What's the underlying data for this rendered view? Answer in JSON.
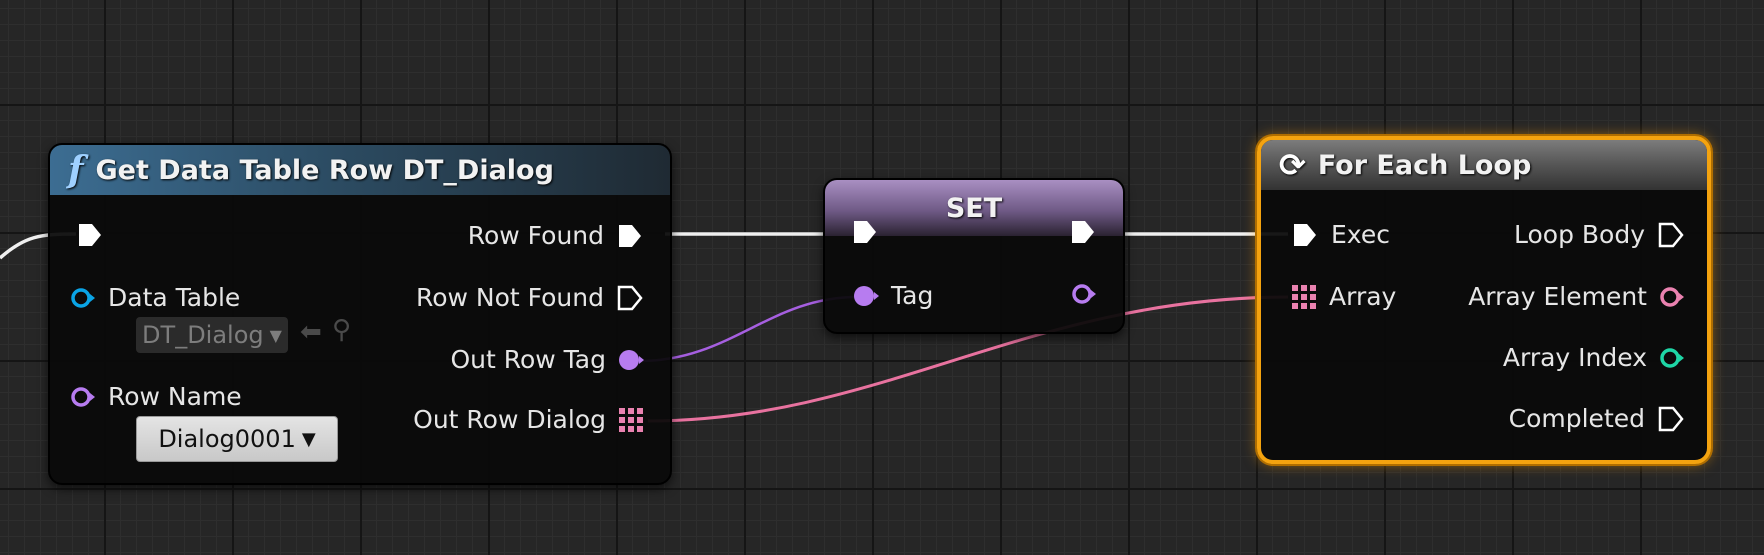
{
  "get_node": {
    "title": "Get Data Table Row DT_Dialog",
    "title_icon": "function-icon",
    "inputs": {
      "data_table_label": "Data Table",
      "data_table_value": "DT_Dialog",
      "row_name_label": "Row Name",
      "row_name_value": "Dialog0001"
    },
    "outputs": {
      "row_found": "Row Found",
      "row_not_found": "Row Not Found",
      "out_row_tag": "Out Row Tag",
      "out_row_dialog": "Out Row Dialog"
    }
  },
  "set_node": {
    "title": "SET",
    "var_label": "Tag"
  },
  "loop_node": {
    "title": "For Each Loop",
    "title_icon": "loop-icon",
    "inputs": {
      "exec": "Exec",
      "array": "Array"
    },
    "outputs": {
      "loop_body": "Loop Body",
      "array_element": "Array Element",
      "array_index": "Array Index",
      "completed": "Completed"
    }
  },
  "colors": {
    "exec": "#ffffff",
    "data_table": "#0aa4e6",
    "name": "#b77cf0",
    "struct_array": "#ea82b0",
    "integer": "#1ed6a6",
    "loop_border": "#f4a30f",
    "wire_exec": "#f0f0f0",
    "wire_name": "#a65fe0",
    "wire_array": "#e8729f"
  }
}
